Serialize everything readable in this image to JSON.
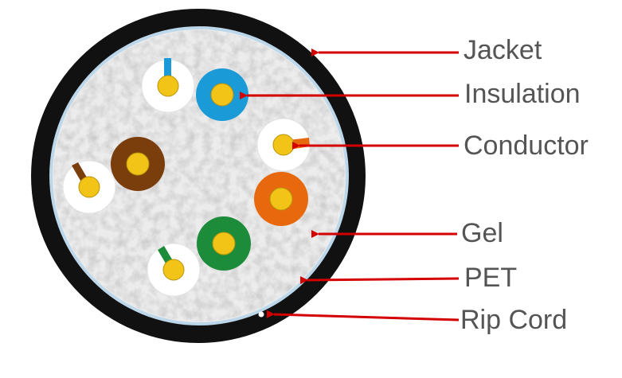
{
  "labels": {
    "jacket": "Jacket",
    "insulation": "Insulation",
    "conductor": "Conductor",
    "gel": "Gel",
    "pet": "PET",
    "rip_cord": "Rip Cord"
  },
  "colors": {
    "jacket": "#111111",
    "pet": "#bcd6ea",
    "gel": "#ebebeb",
    "conductor": "#f2c418",
    "arrow": "#d40000",
    "label_text": "#555555",
    "pair_blue": "#1a9ad6",
    "pair_orange": "#e8690d",
    "pair_green": "#1c8c3a",
    "pair_brown": "#7a3d0c",
    "tracer_white": "#ffffff"
  }
}
